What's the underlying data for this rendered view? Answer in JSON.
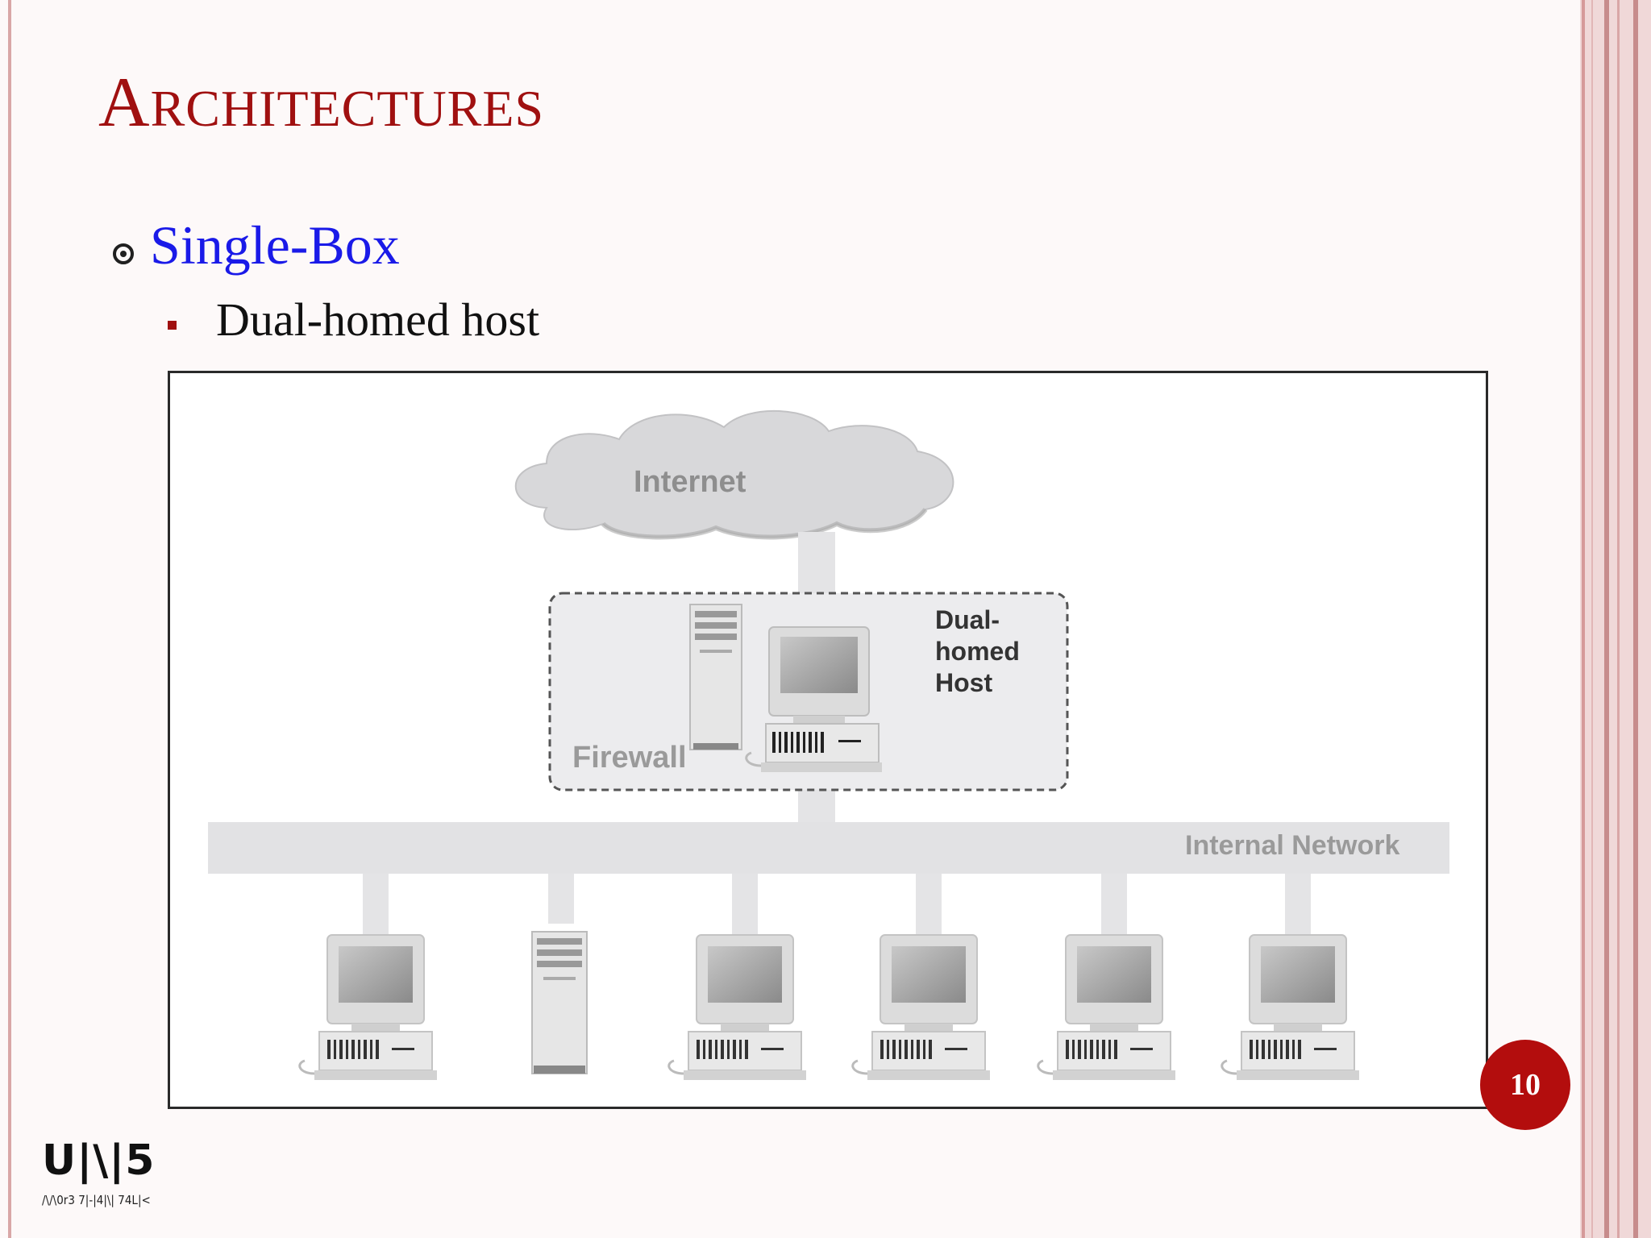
{
  "slide": {
    "title_first": "A",
    "title_rest": "RCHITECTURES",
    "bullet_level1": "Single-Box",
    "bullet_level2": "Dual-homed host",
    "page_number": "10",
    "logo_main": "U|\\|5",
    "logo_sub": "/\\/\\0r3 7|-|4|\\| 74L|<"
  },
  "diagram": {
    "cloud_label": "Internet",
    "firewall_label": "Firewall",
    "host_label_line1": "Dual-",
    "host_label_line2": "homed",
    "host_label_line3": "Host",
    "network_label": "Internal Network"
  },
  "colors": {
    "title": "#a01010",
    "bullet_level1": "#1a1ae8",
    "badge": "#b30d0d",
    "accent_band": "#d9a7a7"
  }
}
